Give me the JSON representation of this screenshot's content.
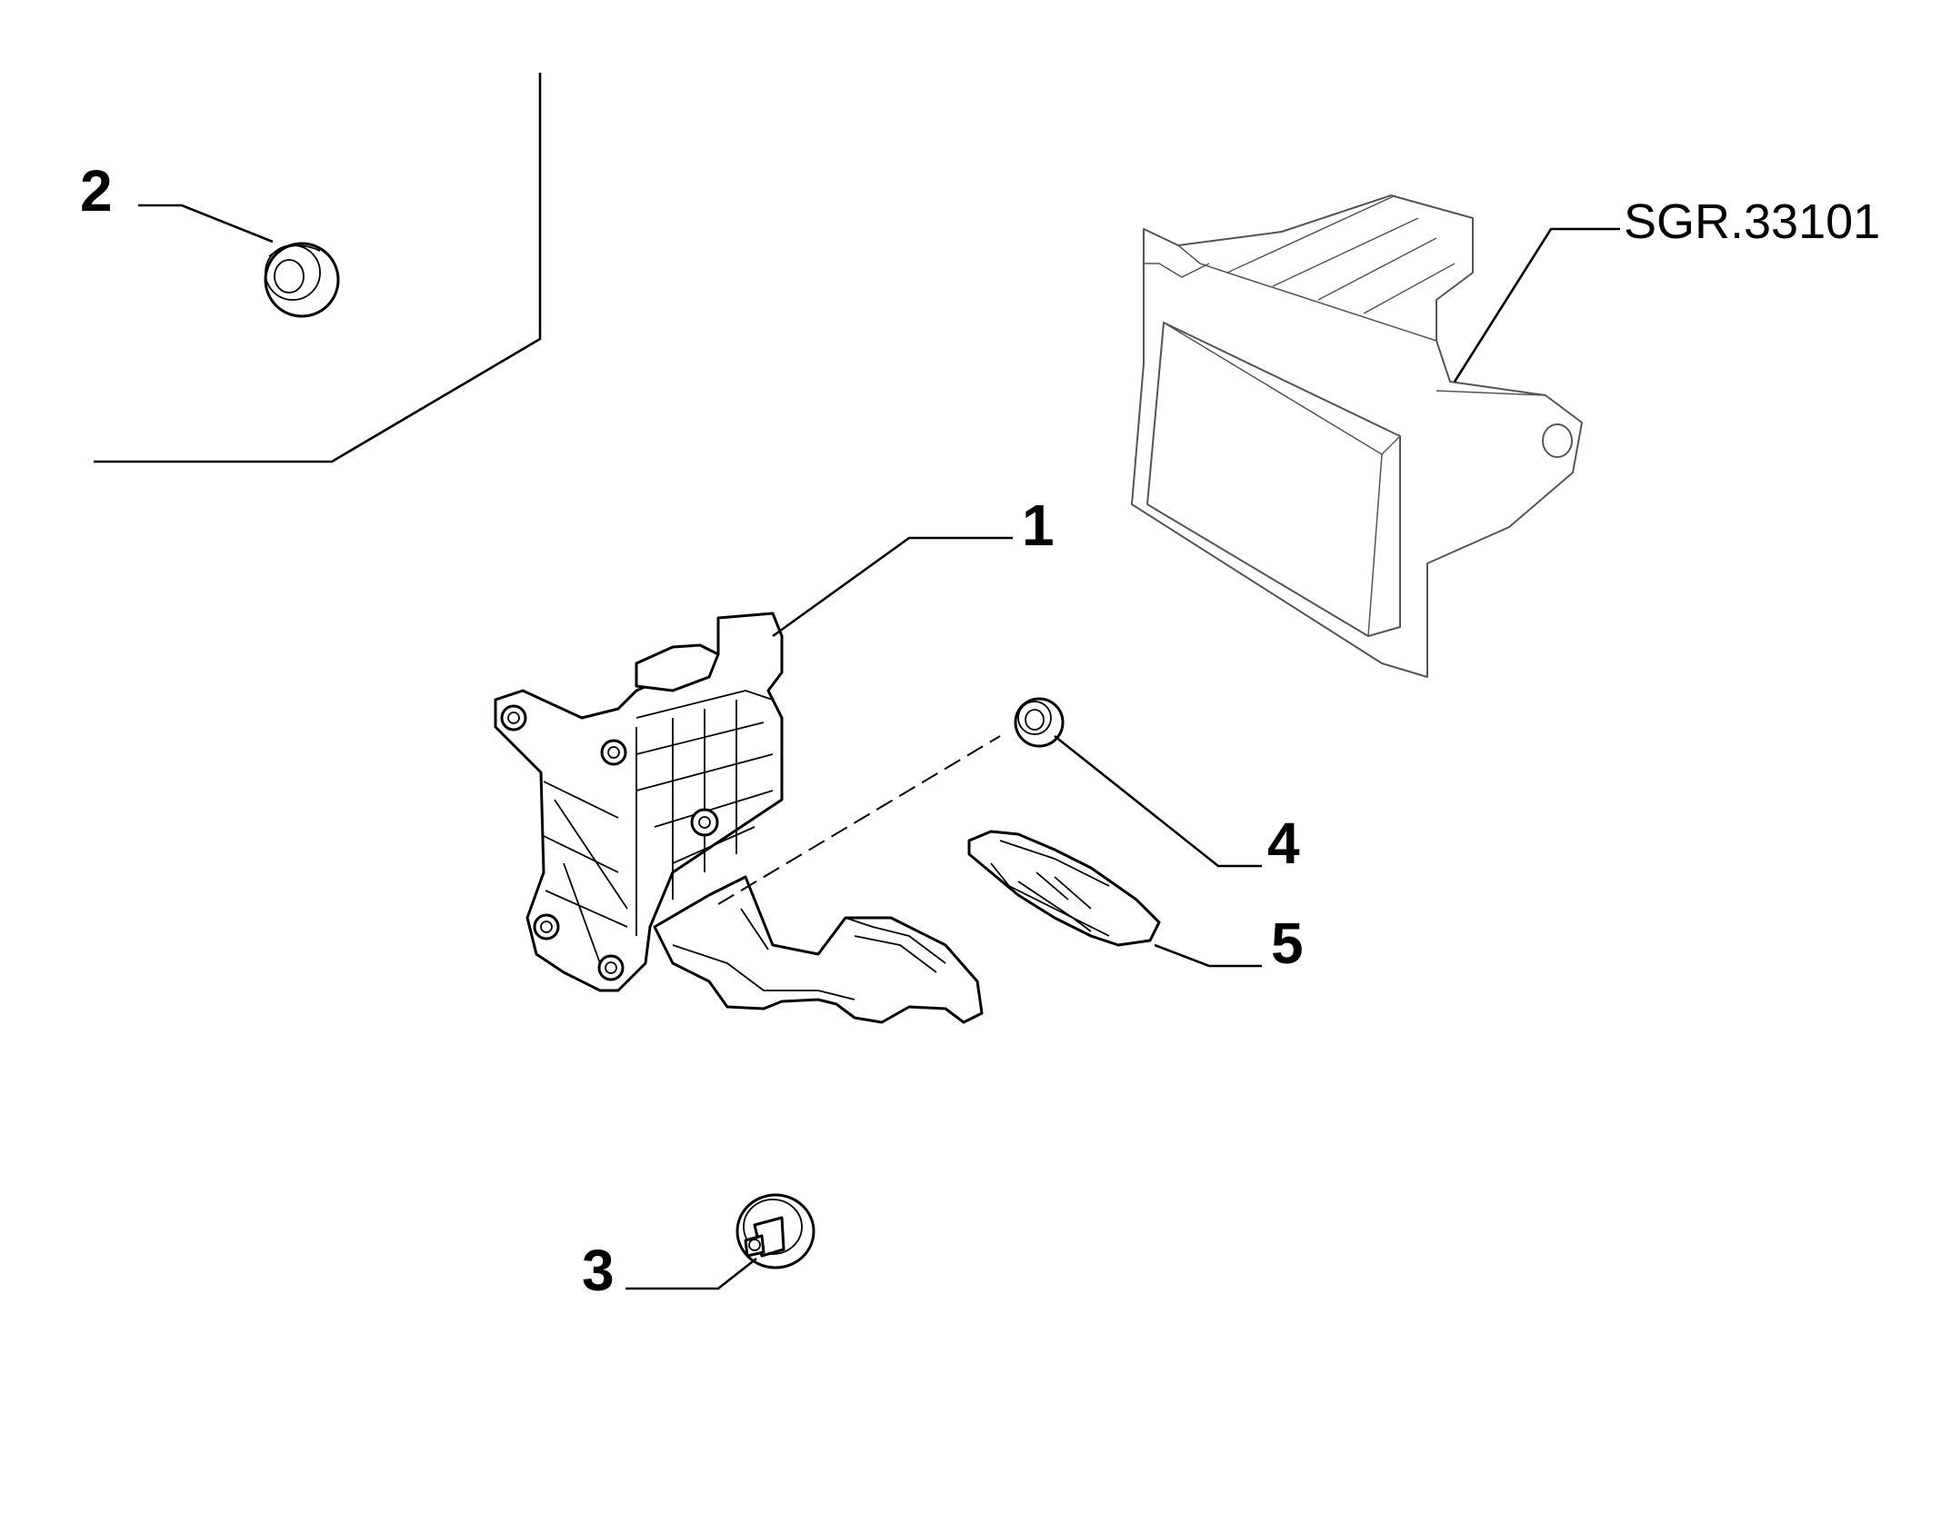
{
  "callouts": {
    "p1": "1",
    "p2": "2",
    "p3": "3",
    "p4": "4",
    "p5": "5",
    "ref": "SGR.33101"
  }
}
